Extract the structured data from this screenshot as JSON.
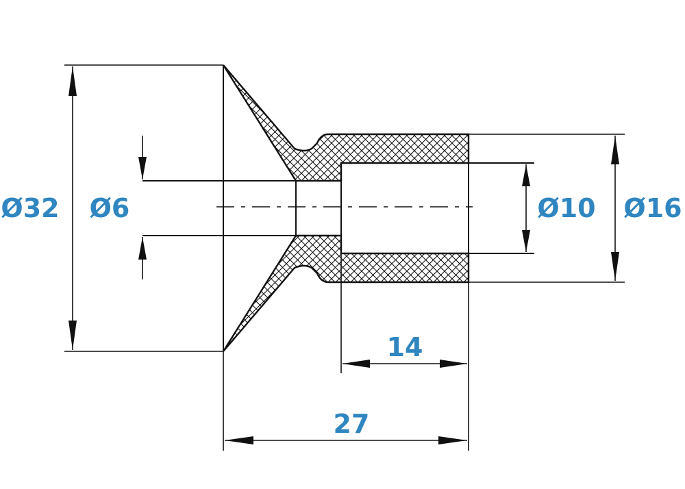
{
  "dimensions": {
    "outer_diameter": "Ø32",
    "hole_diameter": "Ø6",
    "bore_diameter": "Ø10",
    "shank_diameter": "Ø16",
    "bore_depth": "14",
    "overall_length": "27"
  },
  "colors": {
    "dimension_text": "#2f86c1",
    "lines": "#111111",
    "background": "#ffffff"
  }
}
